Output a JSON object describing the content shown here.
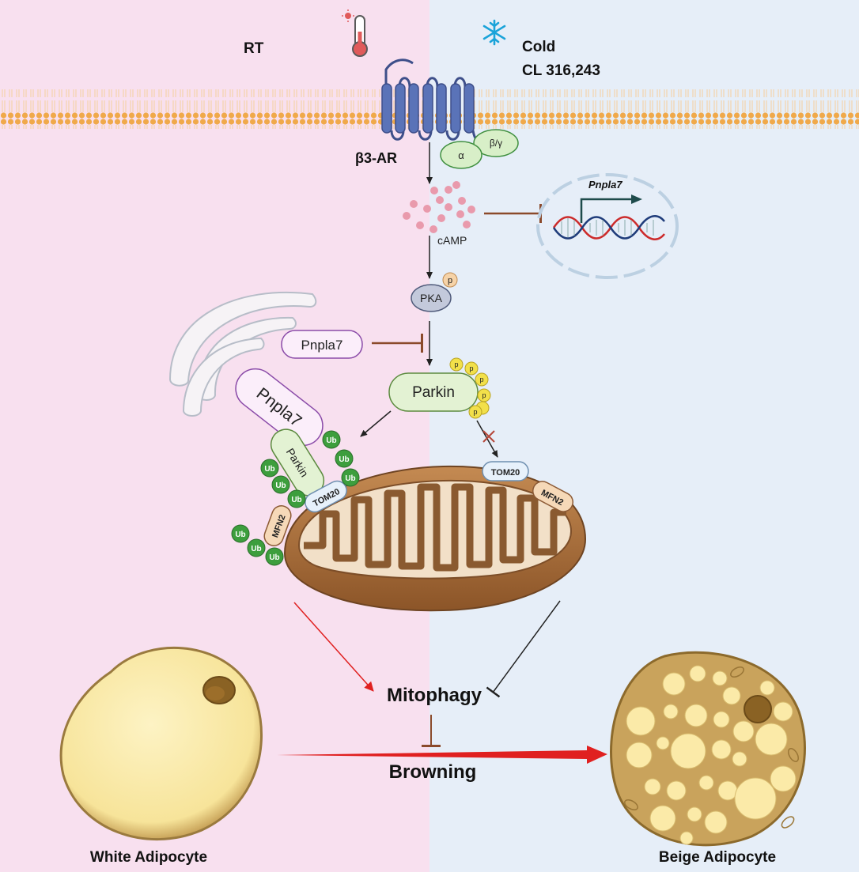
{
  "conditions": {
    "left_label": "RT",
    "right_label_line1": "Cold",
    "right_label_line2": "CL 316,243"
  },
  "membrane": {
    "receptor_label": "β3-AR",
    "g_alpha": "α",
    "g_betagamma": "β/γ"
  },
  "signaling": {
    "camp_label": "cAMP",
    "pka_label": "PKA",
    "p_label": "p",
    "pnpla7_label": "Pnpla7",
    "parkin_label": "Parkin"
  },
  "nucleus": {
    "gene_label": "Pnpla7"
  },
  "mitochondria": {
    "tom20": "TOM20",
    "mfn2": "MFN2",
    "ub": "Ub",
    "complex_pnpla7": "Pnpla7",
    "complex_parkin": "Parkin"
  },
  "outcomes": {
    "mitophagy": "Mitophagy",
    "browning": "Browning",
    "white_adipocyte": "White Adipocyte",
    "beige_adipocyte": "Beige Adipocyte"
  },
  "colors": {
    "left_bg": "#f8e0ef",
    "right_bg": "#e6eef8",
    "membrane_orange": "#f0a94a",
    "receptor_blue": "#5a73b8",
    "inhibit_brown": "#8b4a2b",
    "activate_red": "#e02020",
    "mito_brown": "#a86d3a",
    "ub_green": "#3d9e3d",
    "phospho_yellow": "#f2e04a"
  }
}
